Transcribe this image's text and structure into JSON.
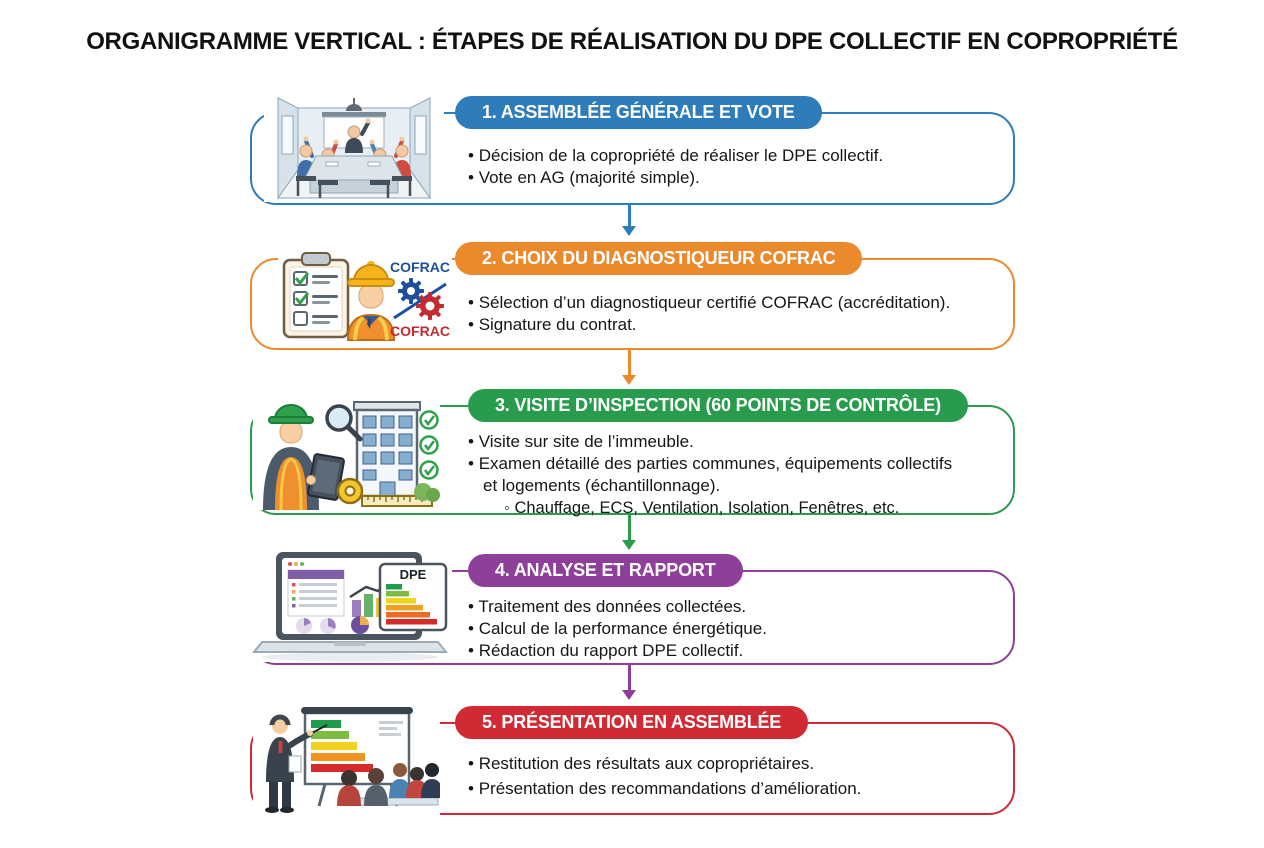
{
  "title": "ORGANIGRAMME VERTICAL : ÉTAPES DE RÉALISATION DU DPE COLLECTIF EN COPROPRIÉTÉ",
  "steps": [
    {
      "header": "1. ASSEMBLÉE GÉNÉRALE ET VOTE",
      "color": "#2e7cb9",
      "illustration": "general-assembly-vote",
      "bullets": [
        "Décision de la copropriété de réaliser le DPE collectif.",
        "Vote en AG (majorité simple)."
      ]
    },
    {
      "header": "2. CHOIX DU DIAGNOSTIQUEUR COFRAC",
      "color": "#ea8a2d",
      "illustration": "cofrac-certified-diagnostician",
      "cofrac_top": "COFRAC",
      "cofrac_bottom": "COFRAC",
      "bullets": [
        "Sélection d’un diagnostiqueur certifié COFRAC (accréditation).",
        "Signature du contrat."
      ]
    },
    {
      "header": "3. VISITE D’INSPECTION (60 POINTS DE CONTRÔLE)",
      "color": "#289b4d",
      "illustration": "site-inspection",
      "bullets": [
        "Visite sur site de l’immeuble.",
        "Examen détaillé des parties communes, équipements collectifs et logements (échantillonnage)."
      ],
      "sub_bullets": [
        "Chauffage, ECS, Ventilation, Isolation, Fenêtres, etc."
      ]
    },
    {
      "header": "4. ANALYSE ET RAPPORT",
      "color": "#8e3f9a",
      "illustration": "analysis-report-laptop",
      "dpe_label": "DPE",
      "bullets": [
        "Traitement des données collectées.",
        "Calcul de la performance énergétique.",
        "Rédaction du rapport DPE collectif."
      ]
    },
    {
      "header": "5. PRÉSENTATION EN ASSEMBLÉE",
      "color": "#d02a34",
      "illustration": "assembly-presentation",
      "bullets": [
        "Restitution des résultats aux copropriétaires.",
        "Présentation des recommandations d’amélioration."
      ]
    }
  ]
}
